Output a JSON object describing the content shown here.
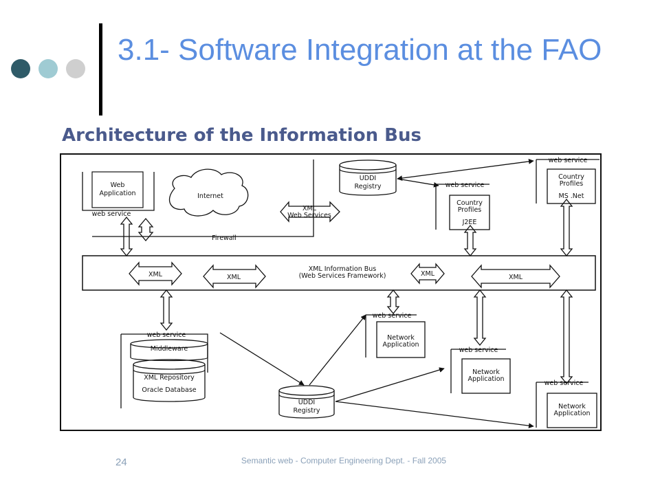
{
  "slide": {
    "title": "3.1- Software Integration at the FAO",
    "subtitle": "Architecture of the Information Bus",
    "page_number": "24",
    "footer": "Semantic web - Computer Engineering Dept. - Fall 2005",
    "accent_colors": [
      "#2f5b68",
      "#9fcbd3",
      "#cfcfcf"
    ]
  },
  "diagram": {
    "web_application": [
      "Web",
      "Application"
    ],
    "internet": "Internet",
    "firewall": "Firewall",
    "xml_web_services": [
      "XML",
      "Web Services"
    ],
    "uddi_top": [
      "UDDI",
      "Registry"
    ],
    "country_j2ee": [
      "Country",
      "Profiles",
      "J2EE"
    ],
    "country_ms": [
      "Country",
      "Profiles",
      "MS .Net"
    ],
    "bus": [
      "XML Information Bus",
      "(Web Services Framework)"
    ],
    "xml_label": "XML",
    "web_service_label": "web service",
    "middleware": "Middleware",
    "repository": [
      "XML Repository",
      "Oracle Database"
    ],
    "uddi_bottom": [
      "UDDI",
      "Registry"
    ],
    "network_app": [
      "Network",
      "Application"
    ]
  }
}
